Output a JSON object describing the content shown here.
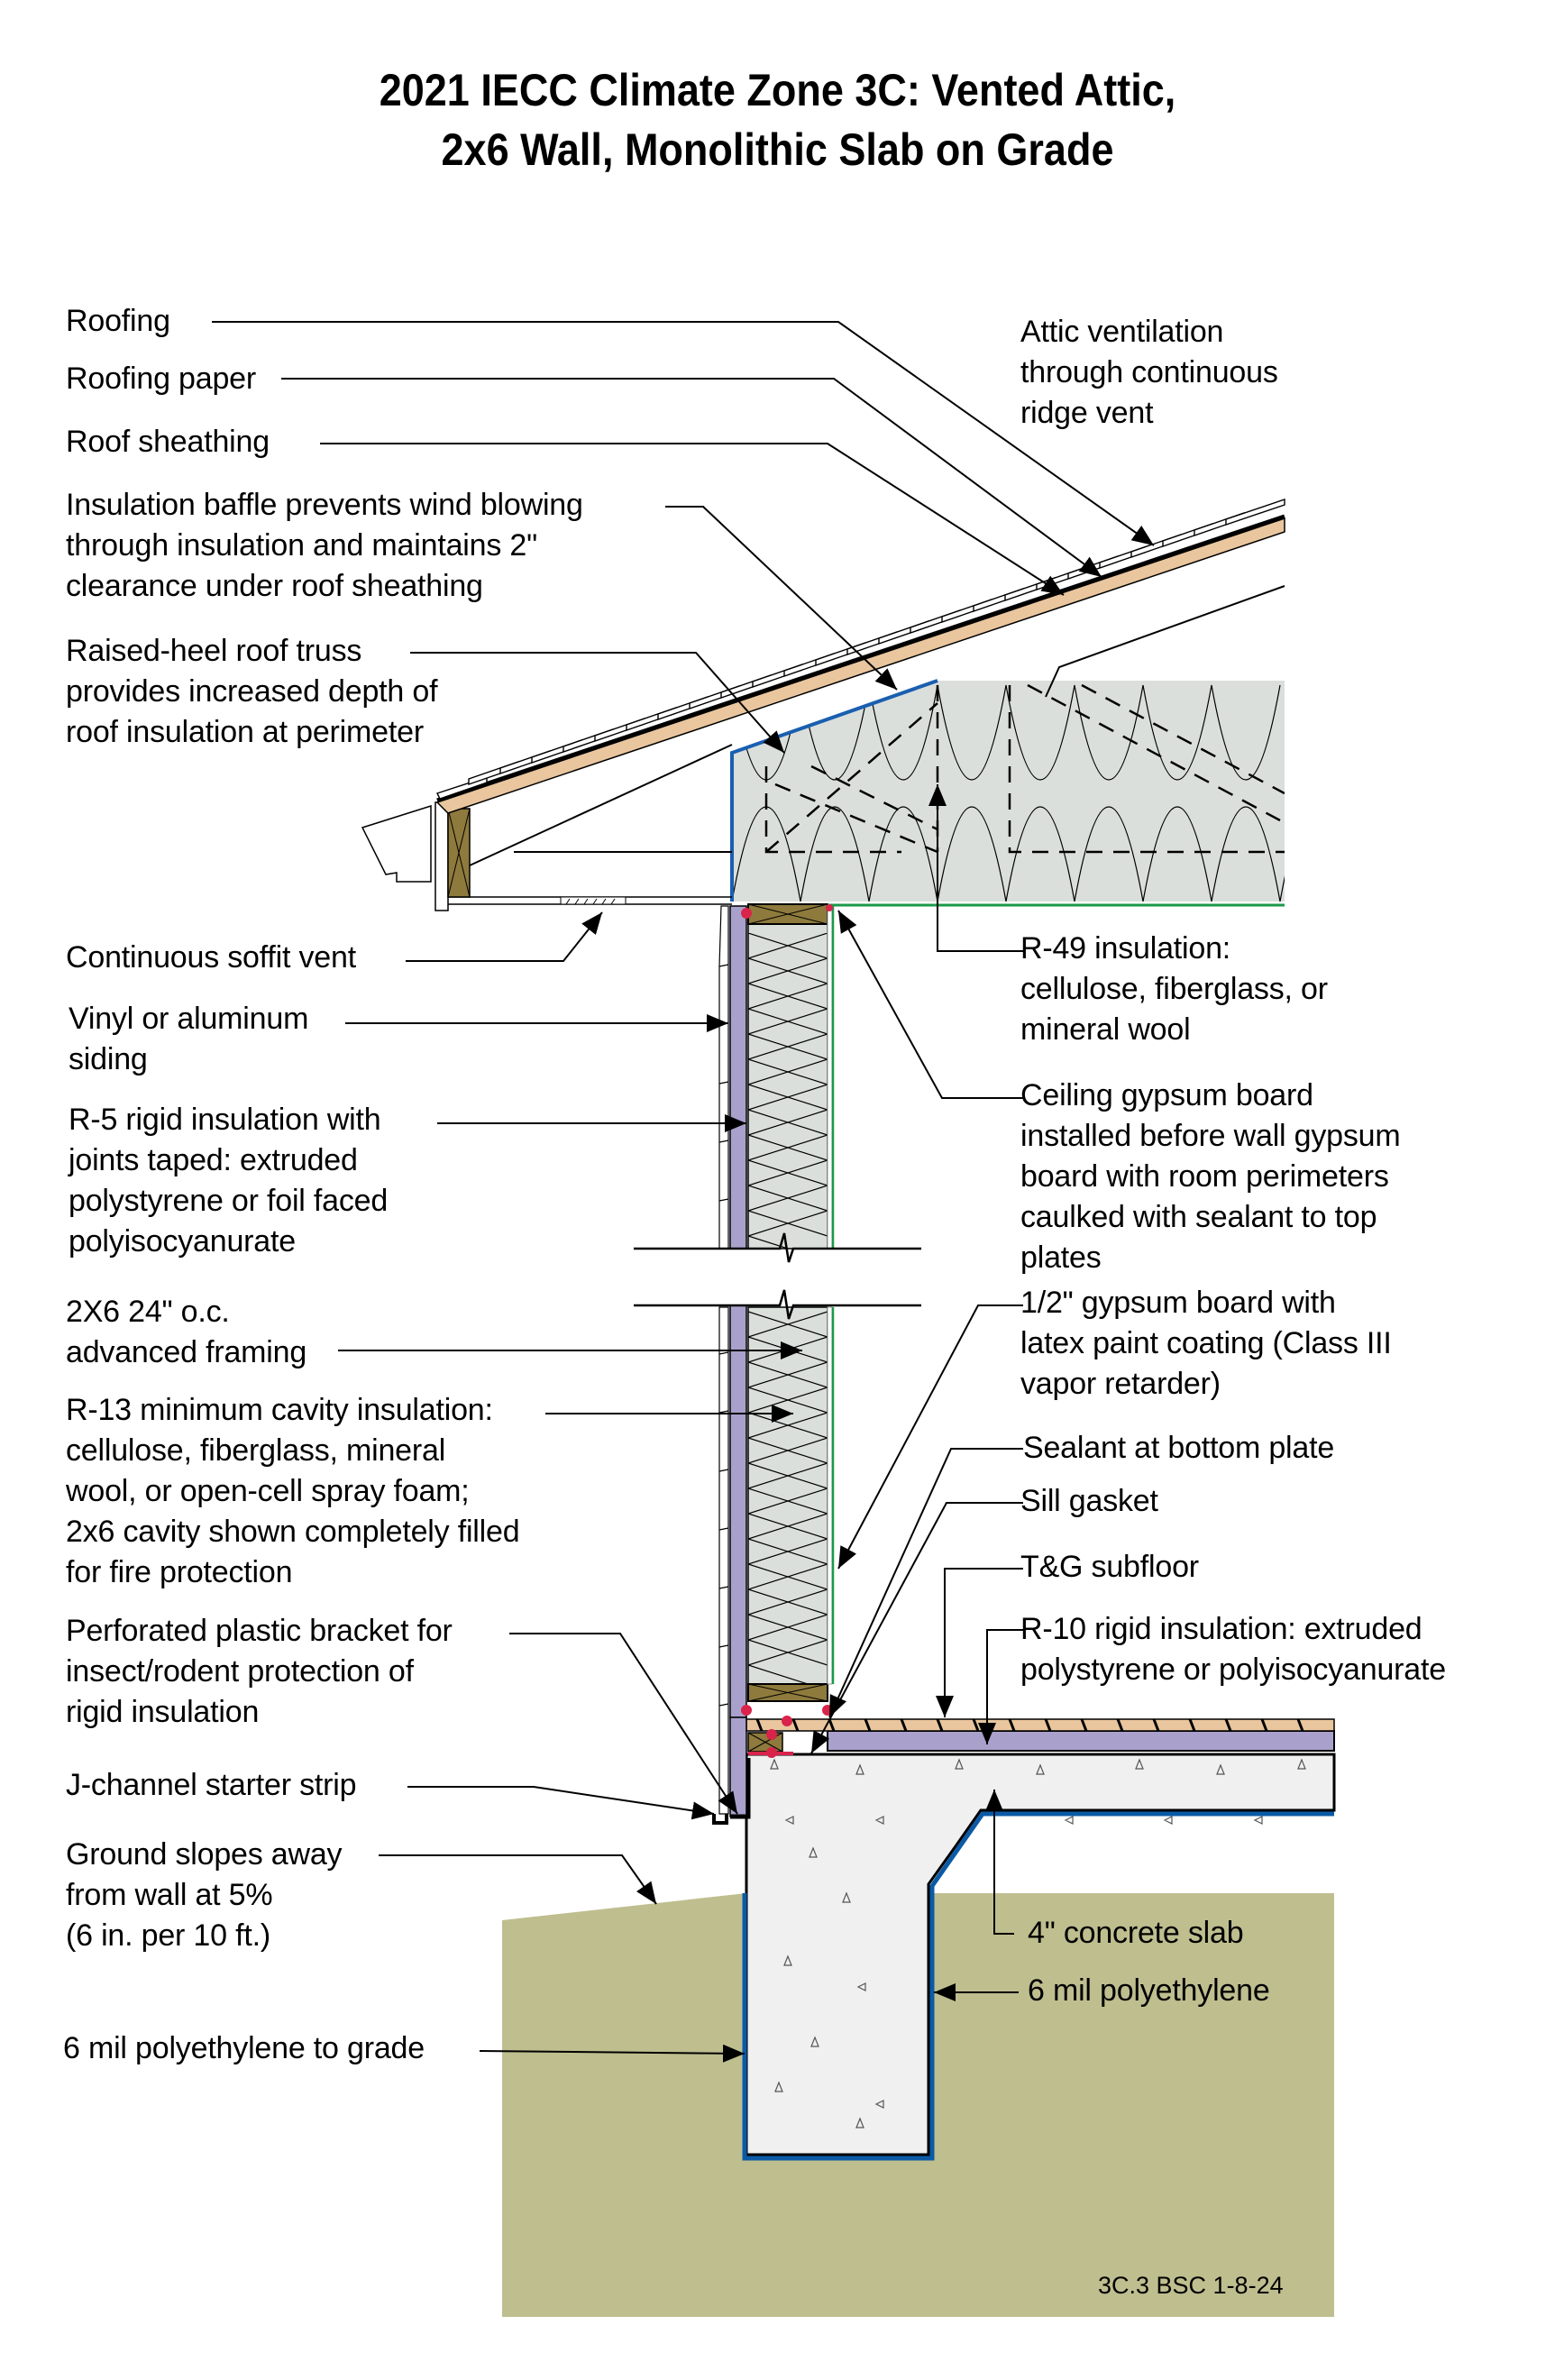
{
  "title": {
    "line1": "2021 IECC Climate Zone 3C: Vented Attic,",
    "line2": "2x6 Wall, Monolithic Slab on Grade"
  },
  "colors": {
    "ground": "#bfbe8f",
    "concrete": "#eff0ef",
    "rigid_insulation": "#a9a1cb",
    "batt_insulation": "#dadfdc",
    "lumber": "#8e7a3c",
    "roof_sheathing": "#e9c69e",
    "polyethylene": "#0b5aa6",
    "baffle": "#1a5fb0",
    "gypsum_green": "#1a9a4a",
    "sealant": "#d9234a"
  },
  "labels_left": [
    {
      "id": "roofing",
      "text": "Roofing"
    },
    {
      "id": "roofing-paper",
      "text": "Roofing paper"
    },
    {
      "id": "roof-sheathing",
      "text": "Roof sheathing"
    },
    {
      "id": "insulation-baffle",
      "text": "Insulation baffle prevents wind blowing\nthrough insulation and maintains 2\"\nclearance under roof sheathing"
    },
    {
      "id": "raised-heel-truss",
      "text": "Raised-heel roof truss\nprovides increased depth of\nroof insulation at perimeter"
    },
    {
      "id": "soffit-vent",
      "text": "Continuous soffit vent"
    },
    {
      "id": "siding",
      "text": "Vinyl or aluminum\nsiding"
    },
    {
      "id": "r5-rigid",
      "text": "R-5 rigid insulation with\njoints taped: extruded\npolystyrene or foil faced\npolyisocyanurate"
    },
    {
      "id": "framing",
      "text": "2X6 24\" o.c.\nadvanced framing"
    },
    {
      "id": "r13-cavity",
      "text": "R-13 minimum cavity insulation:\ncellulose, fiberglass, mineral\nwool, or open-cell spray foam;\n2x6 cavity shown completely filled\nfor fire protection"
    },
    {
      "id": "plastic-bracket",
      "text": "Perforated plastic bracket for\ninsect/rodent protection of\nrigid insulation"
    },
    {
      "id": "j-channel",
      "text": "J-channel starter strip"
    },
    {
      "id": "ground-slope",
      "text": "Ground slopes away\nfrom wall at 5%\n(6 in. per 10 ft.)"
    },
    {
      "id": "poly-to-grade",
      "text": "6 mil polyethylene to grade"
    }
  ],
  "labels_right": [
    {
      "id": "attic-ventilation",
      "text": "Attic ventilation\nthrough continuous\nridge vent"
    },
    {
      "id": "r49-insulation",
      "text": "R-49 insulation:\ncellulose, fiberglass, or\nmineral wool"
    },
    {
      "id": "ceiling-gypsum",
      "text": "Ceiling gypsum board\ninstalled before wall gypsum\nboard with room perimeters\ncaulked with sealant to top\nplates"
    },
    {
      "id": "wall-gypsum",
      "text": "1/2\" gypsum board with\nlatex paint coating (Class III\nvapor retarder)"
    },
    {
      "id": "sealant-bottom-plate",
      "text": "Sealant at bottom plate"
    },
    {
      "id": "sill-gasket",
      "text": "Sill gasket"
    },
    {
      "id": "subfloor",
      "text": "T&G subfloor"
    },
    {
      "id": "r10-rigid",
      "text": "R-10 rigid insulation: extruded\npolystyrene or polyisocyanurate"
    },
    {
      "id": "concrete-slab",
      "text": "4\" concrete slab"
    },
    {
      "id": "polyethylene",
      "text": "6 mil polyethylene"
    }
  ],
  "reference": "3C.3 BSC 1-8-24"
}
